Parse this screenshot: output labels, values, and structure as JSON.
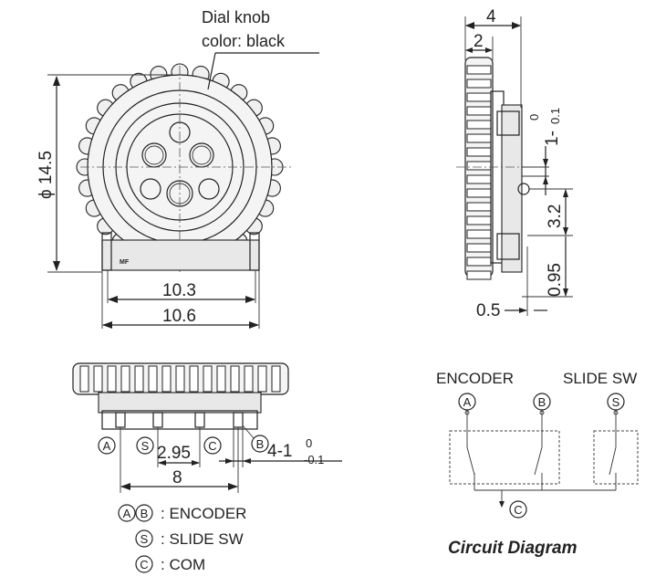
{
  "labels": {
    "dial_knob": "Dial knob",
    "dial_color": "color: black",
    "dia_145": "ϕ 14.5",
    "w_103": "10.3",
    "w_106": "10.6",
    "side_4": "4",
    "side_2": "2",
    "tol_1": "1-",
    "tol_1_up": "0",
    "tol_1_lo": "0.1",
    "d_32": "3.2",
    "d_095": "0.95",
    "d_05": "0.5",
    "d_295": "2.95",
    "d_8": "8",
    "pins_main": "4-1",
    "pins_up": "0",
    "pins_lo": "-0.1"
  },
  "pins": {
    "a": "A",
    "b": "B",
    "s": "S",
    "c": "C"
  },
  "legend": [
    {
      "marks": [
        "A",
        "B"
      ],
      "text": ": ENCODER"
    },
    {
      "marks": [
        "S"
      ],
      "text": ": SLIDE SW"
    },
    {
      "marks": [
        "C"
      ],
      "text": ": COM"
    }
  ],
  "circuit": {
    "encoder": "ENCODER",
    "slide_sw": "SLIDE SW",
    "title": "Circuit Diagram"
  }
}
